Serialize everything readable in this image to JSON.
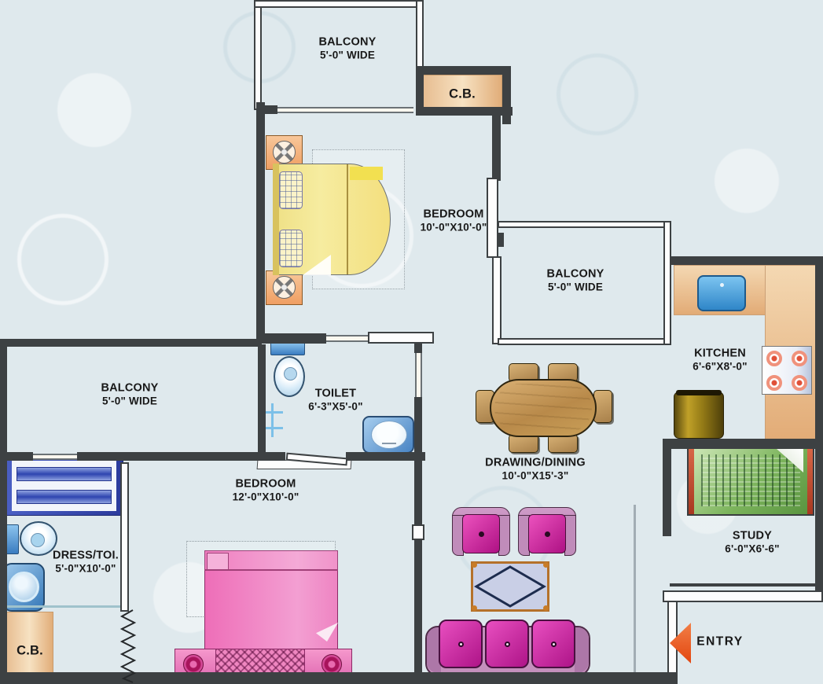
{
  "rooms": {
    "balcony_top": {
      "label": "BALCONY",
      "dim": "5'-0\" WIDE"
    },
    "cb_top": {
      "label": "C.B."
    },
    "bedroom_top": {
      "label": "BEDROOM",
      "dim": "10'-0\"X10'-0\""
    },
    "balcony_right": {
      "label": "BALCONY",
      "dim": "5'-0\" WIDE"
    },
    "kitchen": {
      "label": "KITCHEN",
      "dim": "6'-6\"X8'-0\""
    },
    "toilet": {
      "label": "TOILET",
      "dim": "6'-3\"X5'-0\""
    },
    "balcony_left": {
      "label": "BALCONY",
      "dim": "5'-0\" WIDE"
    },
    "drawing_dining": {
      "label": "DRAWING/DINING",
      "dim": "10'-0\"X15'-3\""
    },
    "bedroom_bottom": {
      "label": "BEDROOM",
      "dim": "12'-0\"X10'-0\""
    },
    "dress_toilet": {
      "label": "DRESS/TOI.",
      "dim": "5'-0\"X10'-0\""
    },
    "study": {
      "label": "STUDY",
      "dim": "6'-0\"X6'-6\""
    },
    "cb_bottom": {
      "label": "C.B."
    },
    "entry": {
      "label": "ENTRY"
    }
  },
  "colors": {
    "background": "#dfe9ed",
    "wall": "#3d4143",
    "cupboard_tan": "#eec9a0",
    "counter_tan": "#edc69a",
    "furniture_pink": "#d633a8",
    "sofa_mauve": "#c490bc",
    "bed_yellow": "#f2e188",
    "nightstand_orange": "#f2ab72",
    "wood_brown": "#c09a5e",
    "water_blue": "#4d9fd8",
    "wardrobe_blue": "#3a50b4",
    "desk_green": "#74ac58",
    "fridge_gold": "#a8861c",
    "entry_arrow_red": "#e8501e"
  }
}
